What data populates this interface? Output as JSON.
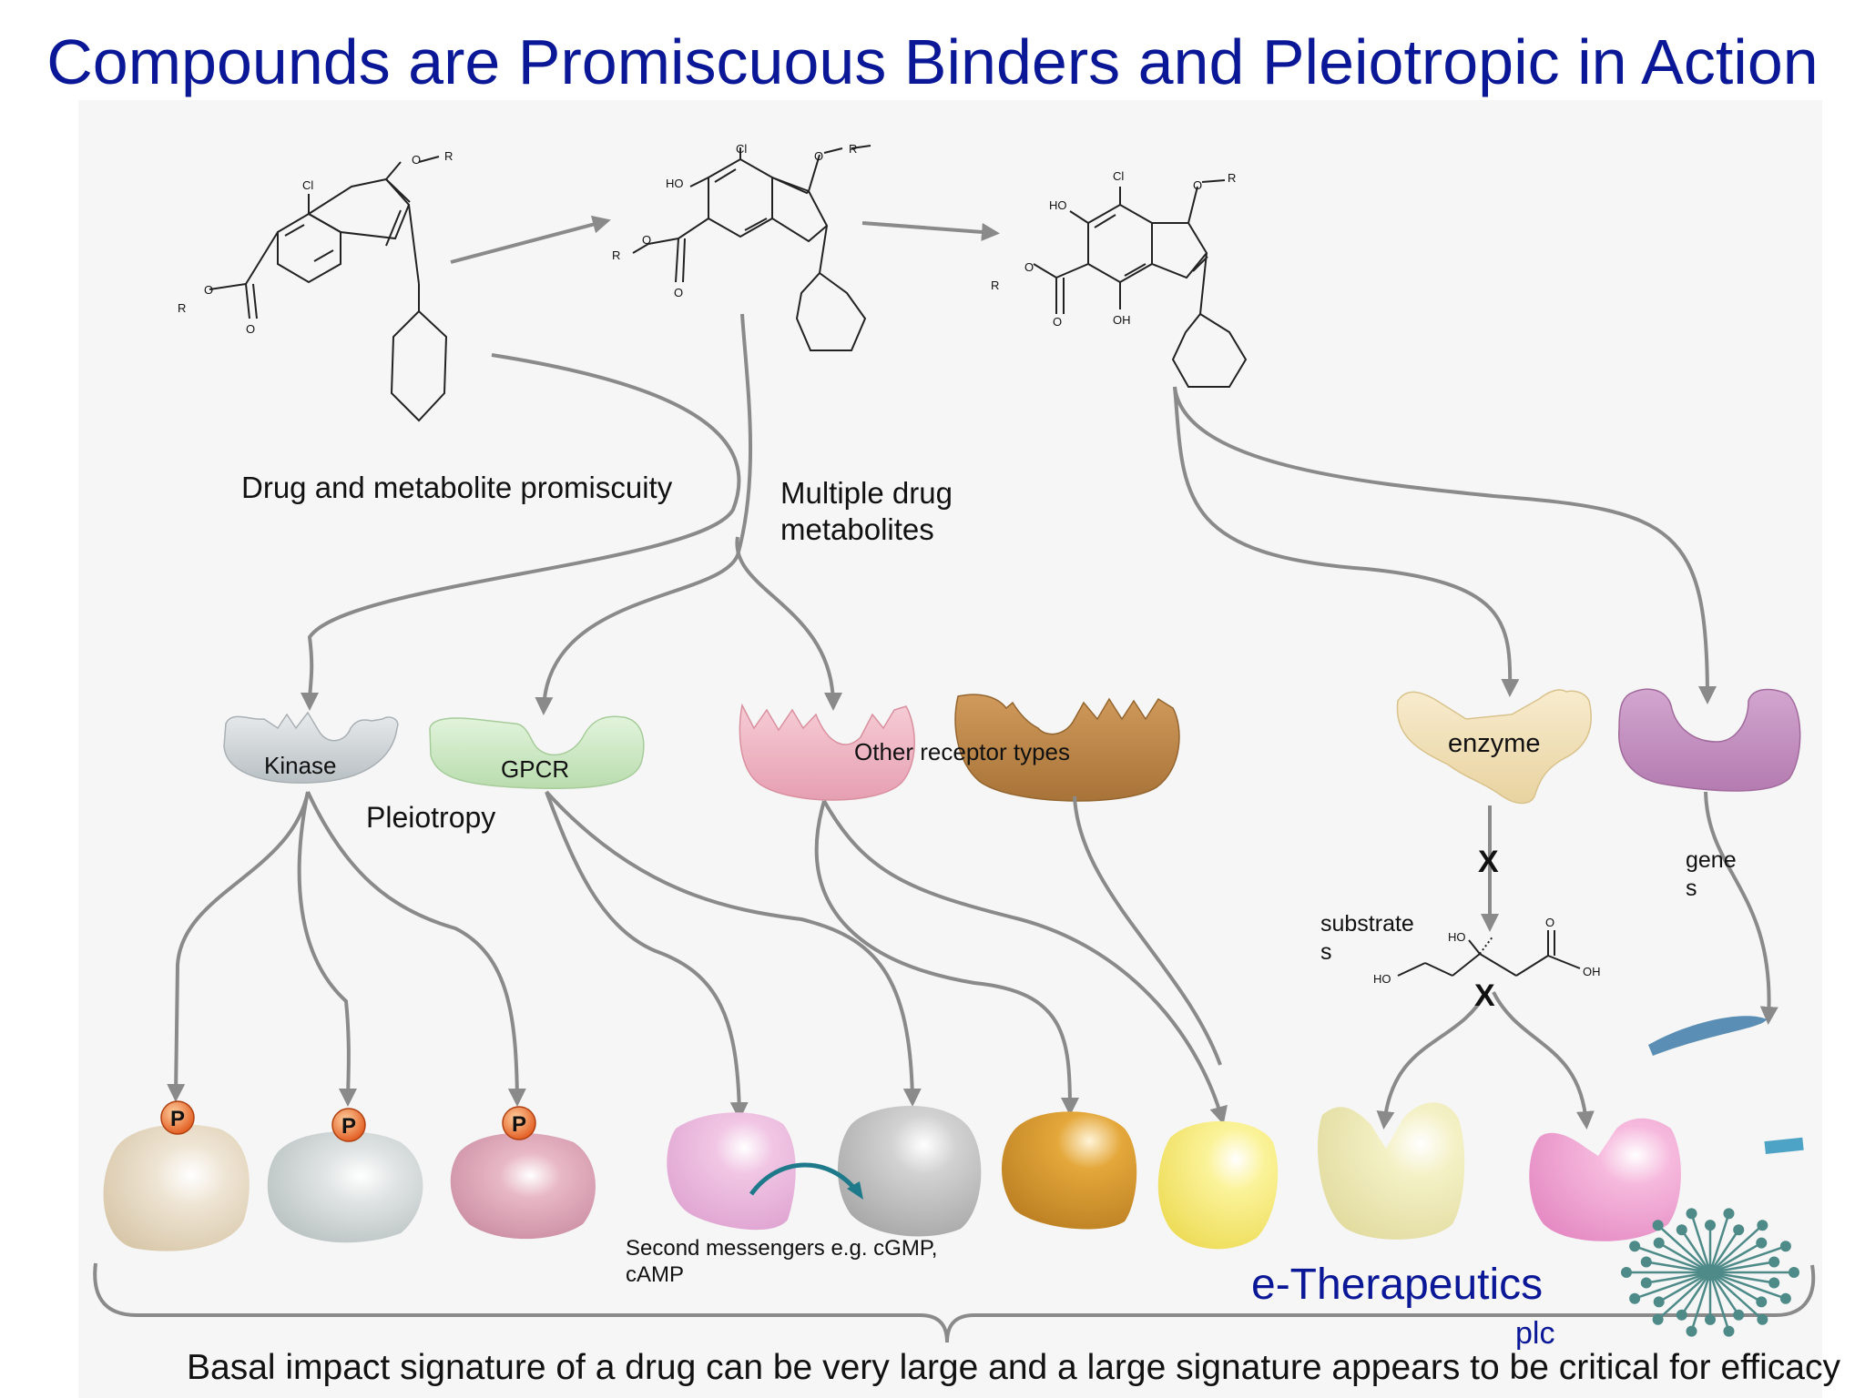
{
  "title": "Compounds are Promiscuous Binders and Pleiotropic in Action",
  "labels": {
    "promiscuity": "Drug and metabolite promiscuity",
    "metabolites": "Multiple drug\nmetabolites",
    "kinase": "Kinase",
    "gpcr": "GPCR",
    "pleiotropy": "Pleiotropy",
    "other_receptors": "Other receptor types",
    "enzyme": "enzyme",
    "genes": "gene\ns",
    "substrates": "substrate\ns",
    "second_messengers": "Second messengers e.g. cGMP,\ncAMP",
    "basal_impact": "Basal impact signature of a drug can be very large and a large signature appears to be critical for efficacy",
    "phospho": "P",
    "block": "X"
  },
  "chem_atoms": {
    "cl": "Cl",
    "o": "O",
    "r": "R",
    "ho": "HO",
    "oh": "OH"
  },
  "logo": {
    "name": "e-Therapeutics",
    "suffix": "plc"
  },
  "colors": {
    "title": "#0a1796",
    "arrow": "#8a8a8a",
    "kinase": "#c9ced1",
    "gpcr": "#c8e8c0",
    "receptor_pink": "#eeb2c0",
    "receptor_brown": "#b8864e",
    "enzyme": "#f1e0b6",
    "gene_target": "#c590c0",
    "logo": "#0a1796"
  }
}
